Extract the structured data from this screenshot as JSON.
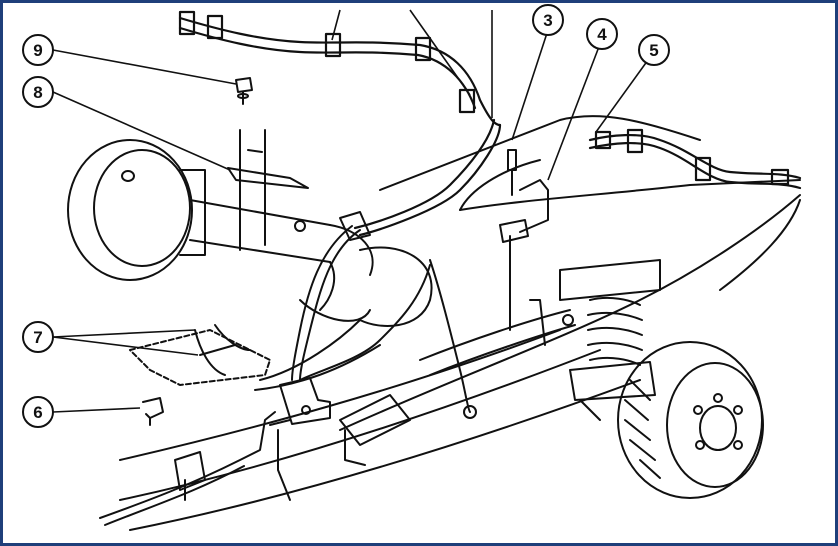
{
  "callouts": [
    {
      "id": "callout-3",
      "number": "3"
    },
    {
      "id": "callout-4",
      "number": "4"
    },
    {
      "id": "callout-5",
      "number": "5"
    },
    {
      "id": "callout-6",
      "number": "6"
    },
    {
      "id": "callout-7",
      "number": "7"
    },
    {
      "id": "callout-8",
      "number": "8"
    },
    {
      "id": "callout-9",
      "number": "9"
    }
  ],
  "colors": {
    "border": "#1f3f7a",
    "ink": "#111111"
  }
}
